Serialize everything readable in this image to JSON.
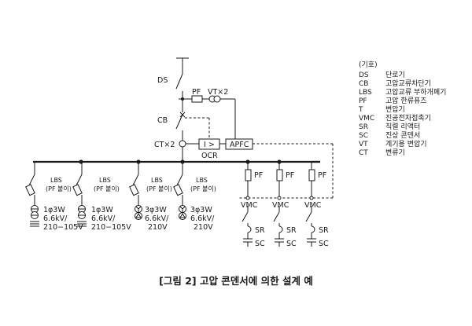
{
  "labels": {
    "ds": "DS",
    "pf": "PF",
    "vt": "VT×2",
    "cb": "CB",
    "ct": "CT×2",
    "relay": "I >",
    "apfc": "APFC",
    "ocr": "OCR",
    "lbs": "LBS",
    "pf_attached": "(PF 붙이)",
    "vmc": "VMC",
    "sr": "SR",
    "sc": "SC"
  },
  "transformers": [
    {
      "line1": "1φ3W",
      "line2": "6.6kV/",
      "line3": "210−105V"
    },
    {
      "line1": "1φ3W",
      "line2": "6.6kV/",
      "line3": "210−105V"
    },
    {
      "line1": "3φ3W",
      "line2": "6.6kV/",
      "line3": "210V"
    },
    {
      "line1": "3φ3W",
      "line2": "6.6kV/",
      "line3": "210V"
    }
  ],
  "legend": {
    "title": "(기호)",
    "items": [
      {
        "code": "DS",
        "name": "단로기"
      },
      {
        "code": "CB",
        "name": "고압교류차단기"
      },
      {
        "code": "LBS",
        "name": "고압교류 부하개폐기"
      },
      {
        "code": "PF",
        "name": "고압 한류퓨즈"
      },
      {
        "code": "T",
        "name": "변압기"
      },
      {
        "code": "VMC",
        "name": "진공전자접촉기"
      },
      {
        "code": "SR",
        "name": "직렬 리액터"
      },
      {
        "code": "SC",
        "name": "진상 콘덴서"
      },
      {
        "code": "VT",
        "name": "계기용 변압기"
      },
      {
        "code": "CT",
        "name": "변류기"
      }
    ]
  },
  "caption": "[그림 2] 고압 콘덴서에 의한 설계 예"
}
